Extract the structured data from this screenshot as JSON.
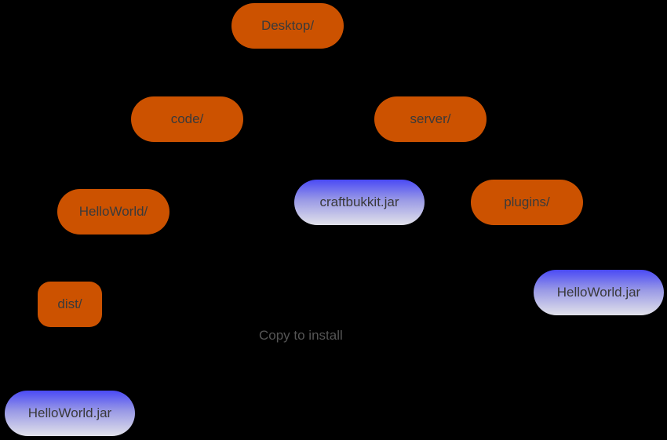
{
  "nodes": {
    "desktop": "Desktop/",
    "code": "code/",
    "server": "server/",
    "helloworld_dir": "HelloWorld/",
    "craftbukkit": "craftbukkit.jar",
    "plugins": "plugins/",
    "dist": "dist/",
    "helloworld_jar_plugins": "HelloWorld.jar",
    "helloworld_jar_dist": "HelloWorld.jar"
  },
  "caption": "Copy to install",
  "colors": {
    "background": "#000000",
    "folder": "#cc5200",
    "file_top": "#4a4af5",
    "file_bottom": "#e2e2ea",
    "text": "#3a3a3a"
  }
}
